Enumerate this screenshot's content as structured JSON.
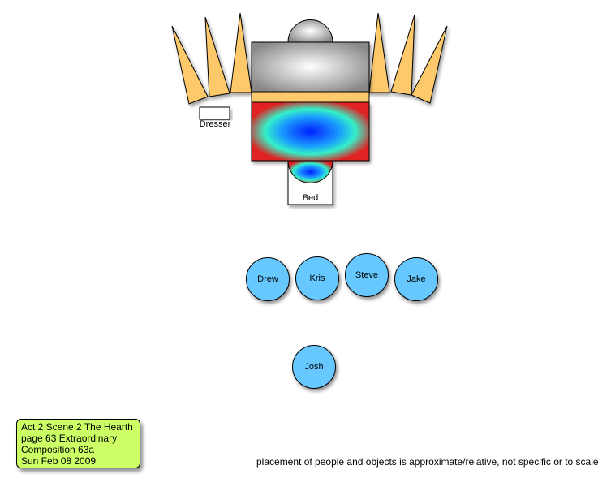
{
  "objects": {
    "dresser_label": "Dresser",
    "bed_label": "Bed"
  },
  "people": [
    "Drew",
    "Kris",
    "Steve",
    "Jake",
    "Josh"
  ],
  "note": {
    "lines": [
      "Act 2 Scene 2 The Hearth",
      "page 63 Extraordinary",
      "Composition 63a",
      "Sun Feb 08 2009"
    ]
  },
  "caption": "placement of people and objects is approximate/relative, not specific or to scale",
  "colors": {
    "person": "#66c8ff",
    "note": "#ccff66",
    "spike": "#fdc96b"
  }
}
